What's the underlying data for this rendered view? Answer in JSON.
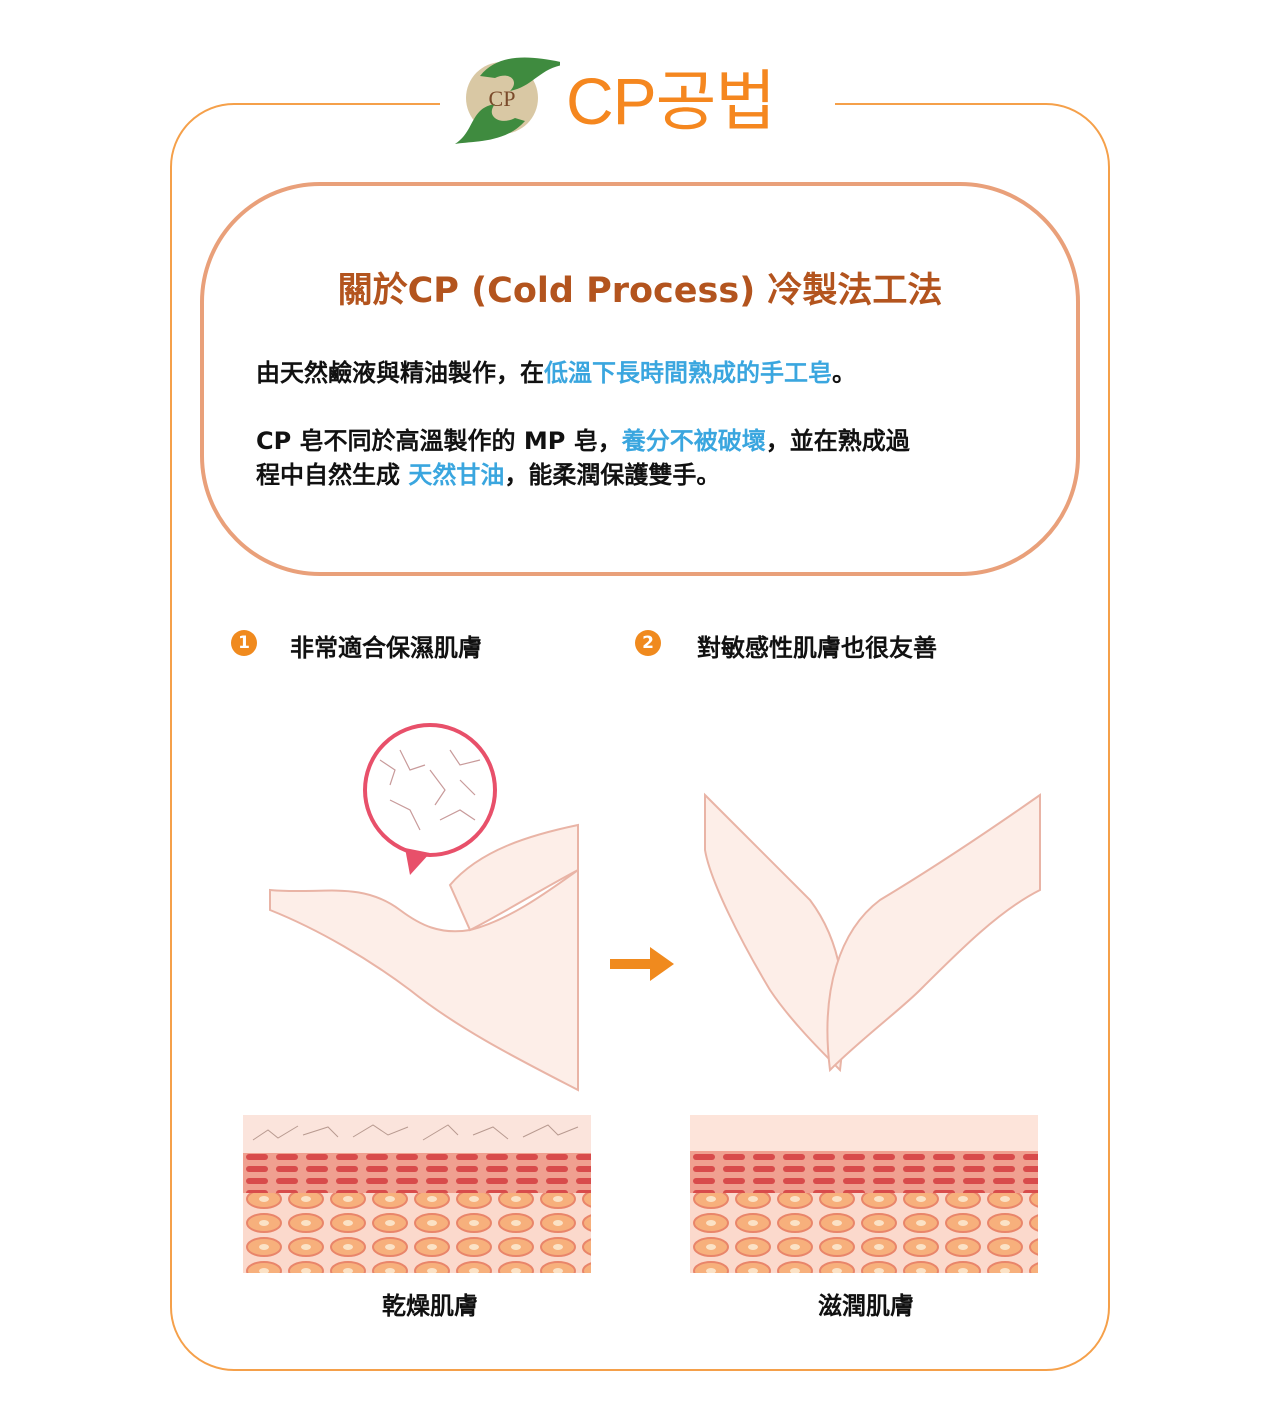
{
  "logo": {
    "emblem_text": "CP",
    "text": "CP공법"
  },
  "title": "關於CP (Cold Process) 冷製法工法",
  "paragraph1": {
    "part1": "由天然鹼液與精油製作，在",
    "highlight": "低溫下長時間熟成的手工皂",
    "part2": "。"
  },
  "paragraph2": {
    "line1_part1": "CP 皂不同於高溫製作的 MP 皂，",
    "line1_highlight": "養分不被破壞",
    "line1_part2": "，並在熟成過",
    "line2_part1": "程中自然生成 ",
    "line2_highlight": "天然甘油",
    "line2_part2": "，能柔潤保護雙手。"
  },
  "features": [
    {
      "number": "1",
      "label": "非常適合保濕肌膚"
    },
    {
      "number": "2",
      "label": "對敏感性肌膚也很友善"
    }
  ],
  "captions": {
    "dry": "乾燥肌膚",
    "moist": "滋潤肌膚"
  },
  "colors": {
    "orange": "#f08a1e",
    "brown": "#b3541e",
    "blue": "#3aa6df",
    "border": "#e9a07a"
  }
}
